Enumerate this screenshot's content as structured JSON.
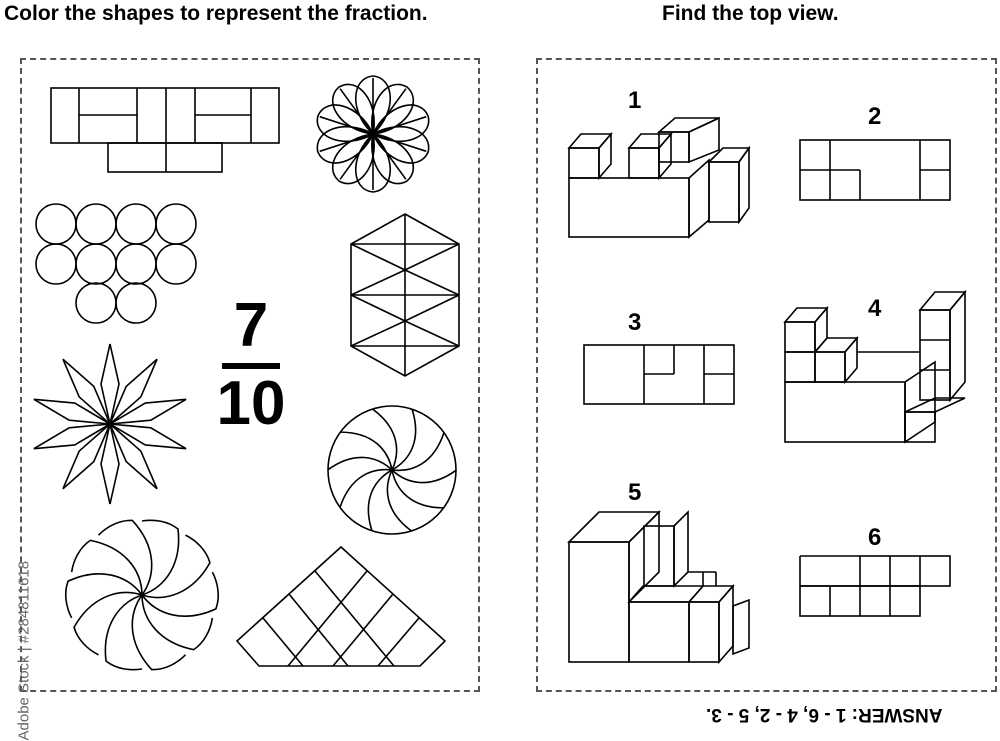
{
  "left_title": "Color the shapes to represent the fraction.",
  "right_title": "Find the top view.",
  "fraction": {
    "numerator": "7",
    "denominator": "10"
  },
  "shapes": [
    "rectangle-block",
    "flower",
    "circle-cluster",
    "hexagon",
    "star",
    "swirl-circle",
    "swirl-flower",
    "triangle-grid"
  ],
  "puzzle_labels": [
    "1",
    "2",
    "3",
    "4",
    "5",
    "6"
  ],
  "answer": "ANSWER: 1 - 6, 4 - 2, 5 - 3.",
  "watermark_id": "Adobe Stock | #284811618"
}
